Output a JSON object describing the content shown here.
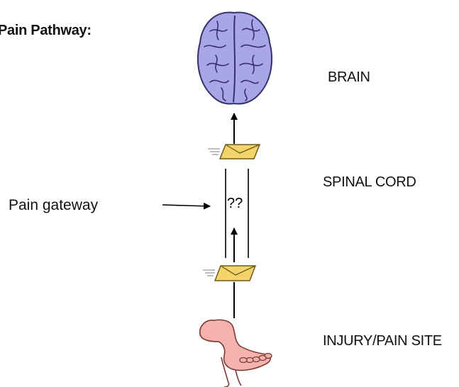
{
  "diagram": {
    "title": "Pain Pathway:",
    "gateway_label": "Pain gateway",
    "question_marks": "??",
    "stages": {
      "brain": "BRAIN",
      "spinal_cord": "SPINAL CORD",
      "injury_site": "INJURY/PAIN SITE"
    },
    "icons": {
      "brain": "brain-icon",
      "envelope": "envelope-icon",
      "foot": "foot-icon"
    },
    "colors": {
      "brain_fill": "#a9a6e8",
      "brain_stroke": "#35316b",
      "envelope_fill": "#f3d46a",
      "foot_fill": "#f4b3ac",
      "line": "#000000"
    }
  }
}
